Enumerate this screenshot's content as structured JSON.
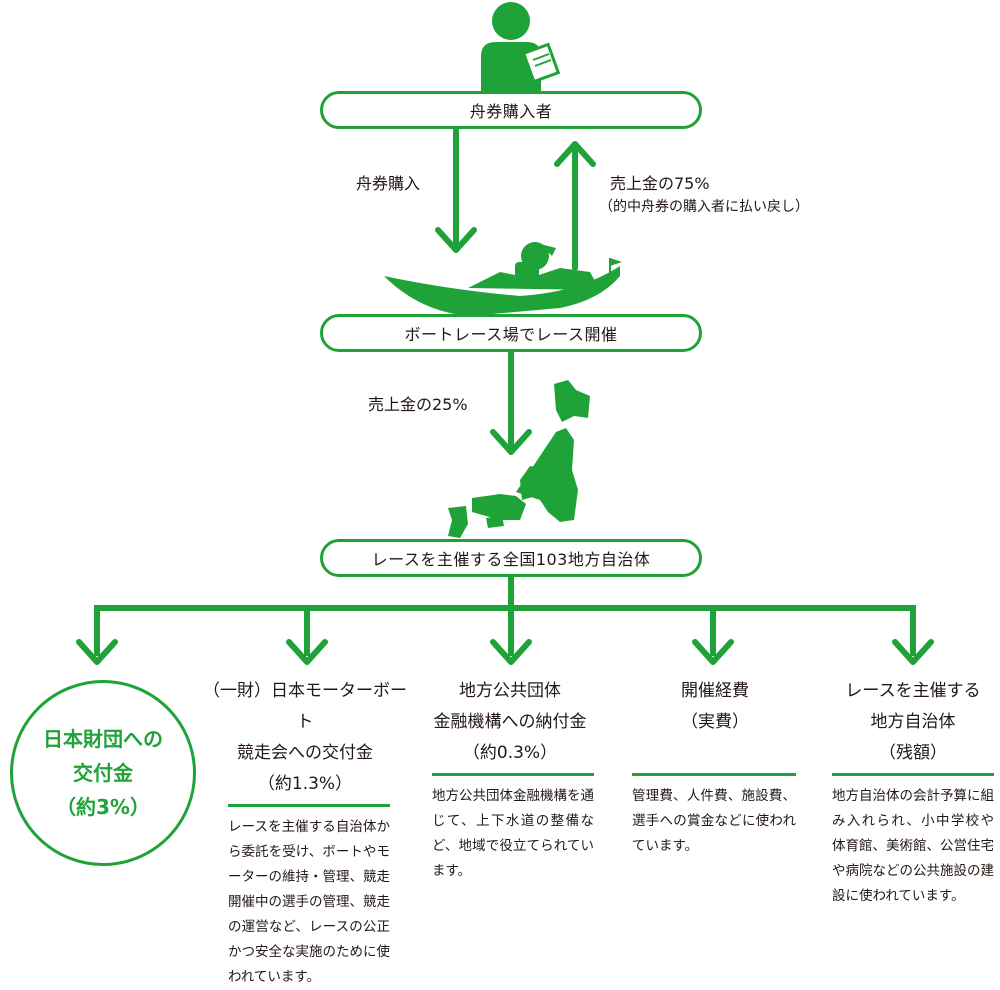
{
  "colors": {
    "accent": "#1fa338",
    "text": "#231815"
  },
  "icons": [
    "person-reading-icon",
    "racing-boat-icon",
    "japan-map-icon"
  ],
  "nodes": {
    "buyer": "舟券購入者",
    "race": "ボートレース場でレース開催",
    "municipalities": "レースを主催する全国103地方自治体"
  },
  "flows": {
    "purchase": "舟券購入",
    "payout": "売上金の75%",
    "payout_note": "（的中舟券の購入者に払い戻し）",
    "share": "売上金の25%"
  },
  "nippon_foundation": {
    "line1": "日本財団への",
    "line2": "交付金",
    "line3": "（約3%）"
  },
  "columns": [
    {
      "title": [
        "（一財）日本モーターボート",
        "競走会への交付金",
        "（約1.3%）"
      ],
      "desc": "レースを主催する自治体から委託を受け、ボートやモーターの維持・管理、競走開催中の選手の管理、競走の運営など、レースの公正かつ安全な実施のために使われています。"
    },
    {
      "title": [
        "地方公共団体",
        "金融機構への納付金",
        "（約0.3%）"
      ],
      "desc": "地方公共団体金融機構を通じて、上下水道の整備など、地域で役立てられています。"
    },
    {
      "title": [
        "開催経費",
        "（実費）"
      ],
      "desc": "管理費、人件費、施設費、選手への賞金などに使われています。"
    },
    {
      "title": [
        "レースを主催する",
        "地方自治体",
        "（残額）"
      ],
      "desc": "地方自治体の会計予算に組み入れられ、小中学校や体育館、美術館、公営住宅や病院などの公共施設の建設に使われています。"
    }
  ]
}
